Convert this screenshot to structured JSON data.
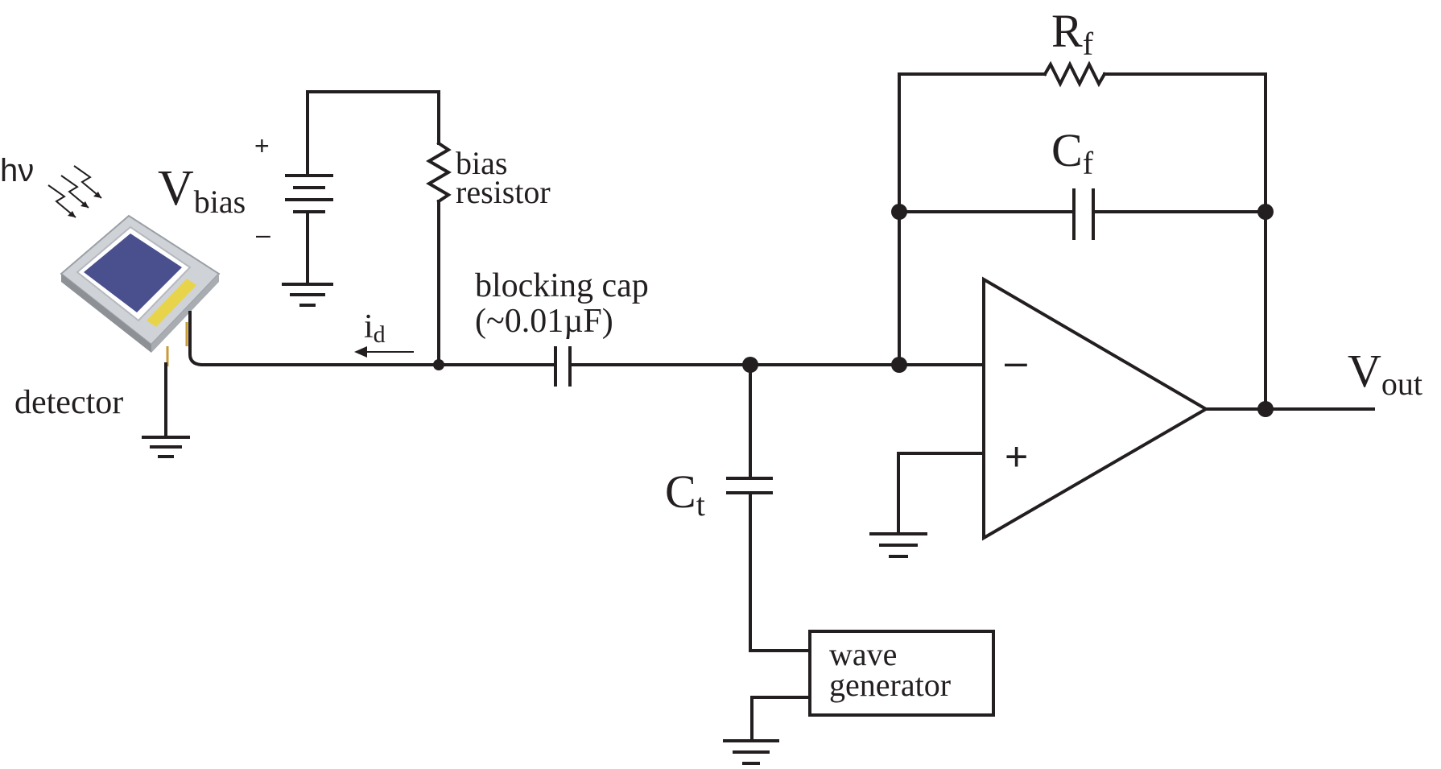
{
  "photon": {
    "label": "hν"
  },
  "detector": {
    "label": "detector"
  },
  "vbias": {
    "main": "V",
    "sub": "bias",
    "plus": "+",
    "minus": "–"
  },
  "bias_resistor": {
    "line1": "bias",
    "line2": "resistor"
  },
  "current": {
    "main": "i",
    "sub": "d"
  },
  "blocking_cap": {
    "line1": "blocking cap",
    "line2": "(~0.01µF)"
  },
  "ct": {
    "main": "C",
    "sub": "t"
  },
  "rf": {
    "main": "R",
    "sub": "f"
  },
  "cf": {
    "main": "C",
    "sub": "f"
  },
  "opamp": {
    "minus": "–",
    "plus": "+"
  },
  "vout": {
    "main": "V",
    "sub": "out"
  },
  "wave_generator": {
    "line1": "wave",
    "line2": "generator"
  },
  "colors": {
    "ink": "#231f20",
    "detector_face": "#4a4f8e",
    "detector_pad": "#e8d44a"
  }
}
